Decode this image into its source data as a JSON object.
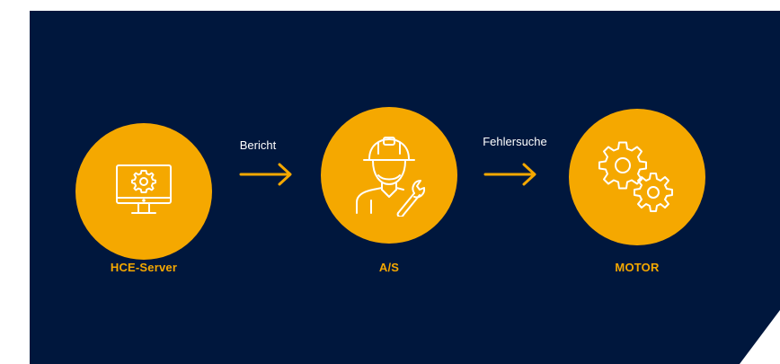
{
  "colors": {
    "background": "#ffffff",
    "panel": "#00173d",
    "accent": "#f5a800",
    "text_light": "#ffffff"
  },
  "nodes": [
    {
      "id": "hce-server",
      "label": "HCE-Server",
      "icon": "monitor-gear-icon"
    },
    {
      "id": "as",
      "label": "A/S",
      "icon": "technician-wrench-icon"
    },
    {
      "id": "motor",
      "label": "MOTOR",
      "icon": "gears-icon"
    }
  ],
  "edges": [
    {
      "from": "hce-server",
      "to": "as",
      "label": "Bericht"
    },
    {
      "from": "as",
      "to": "motor",
      "label": "Fehlersuche"
    }
  ]
}
